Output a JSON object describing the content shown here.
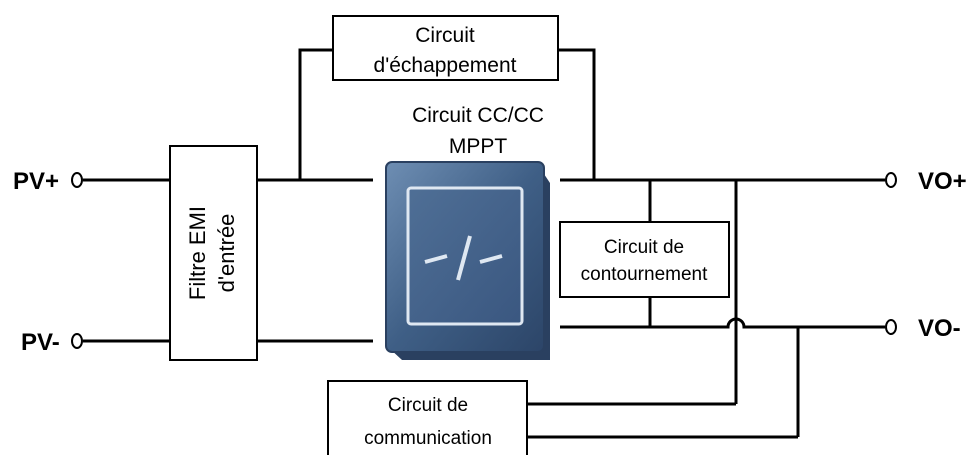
{
  "terminals": {
    "pv_plus": "PV+",
    "pv_minus": "PV-",
    "vo_plus": "VO+",
    "vo_minus": "VO-"
  },
  "blocks": {
    "input_filter": {
      "line1": "Filtre EMI",
      "line2": "d'entrée"
    },
    "escape_circuit": {
      "line1": "Circuit",
      "line2": "d'échappement"
    },
    "dcdc": {
      "line1": "Circuit CC/CC",
      "line2": "MPPT",
      "symbol": "-/-"
    },
    "bypass_circuit": {
      "line1": "Circuit de",
      "line2": "contournement"
    },
    "communication_circuit": {
      "line1": "Circuit de",
      "line2": "communication"
    }
  },
  "colors": {
    "converter_outer": "#6f8aa8",
    "converter_face": "#3d5a7e",
    "converter_edge": "#2a4060",
    "converter_symbol": "#dfe8f2"
  }
}
